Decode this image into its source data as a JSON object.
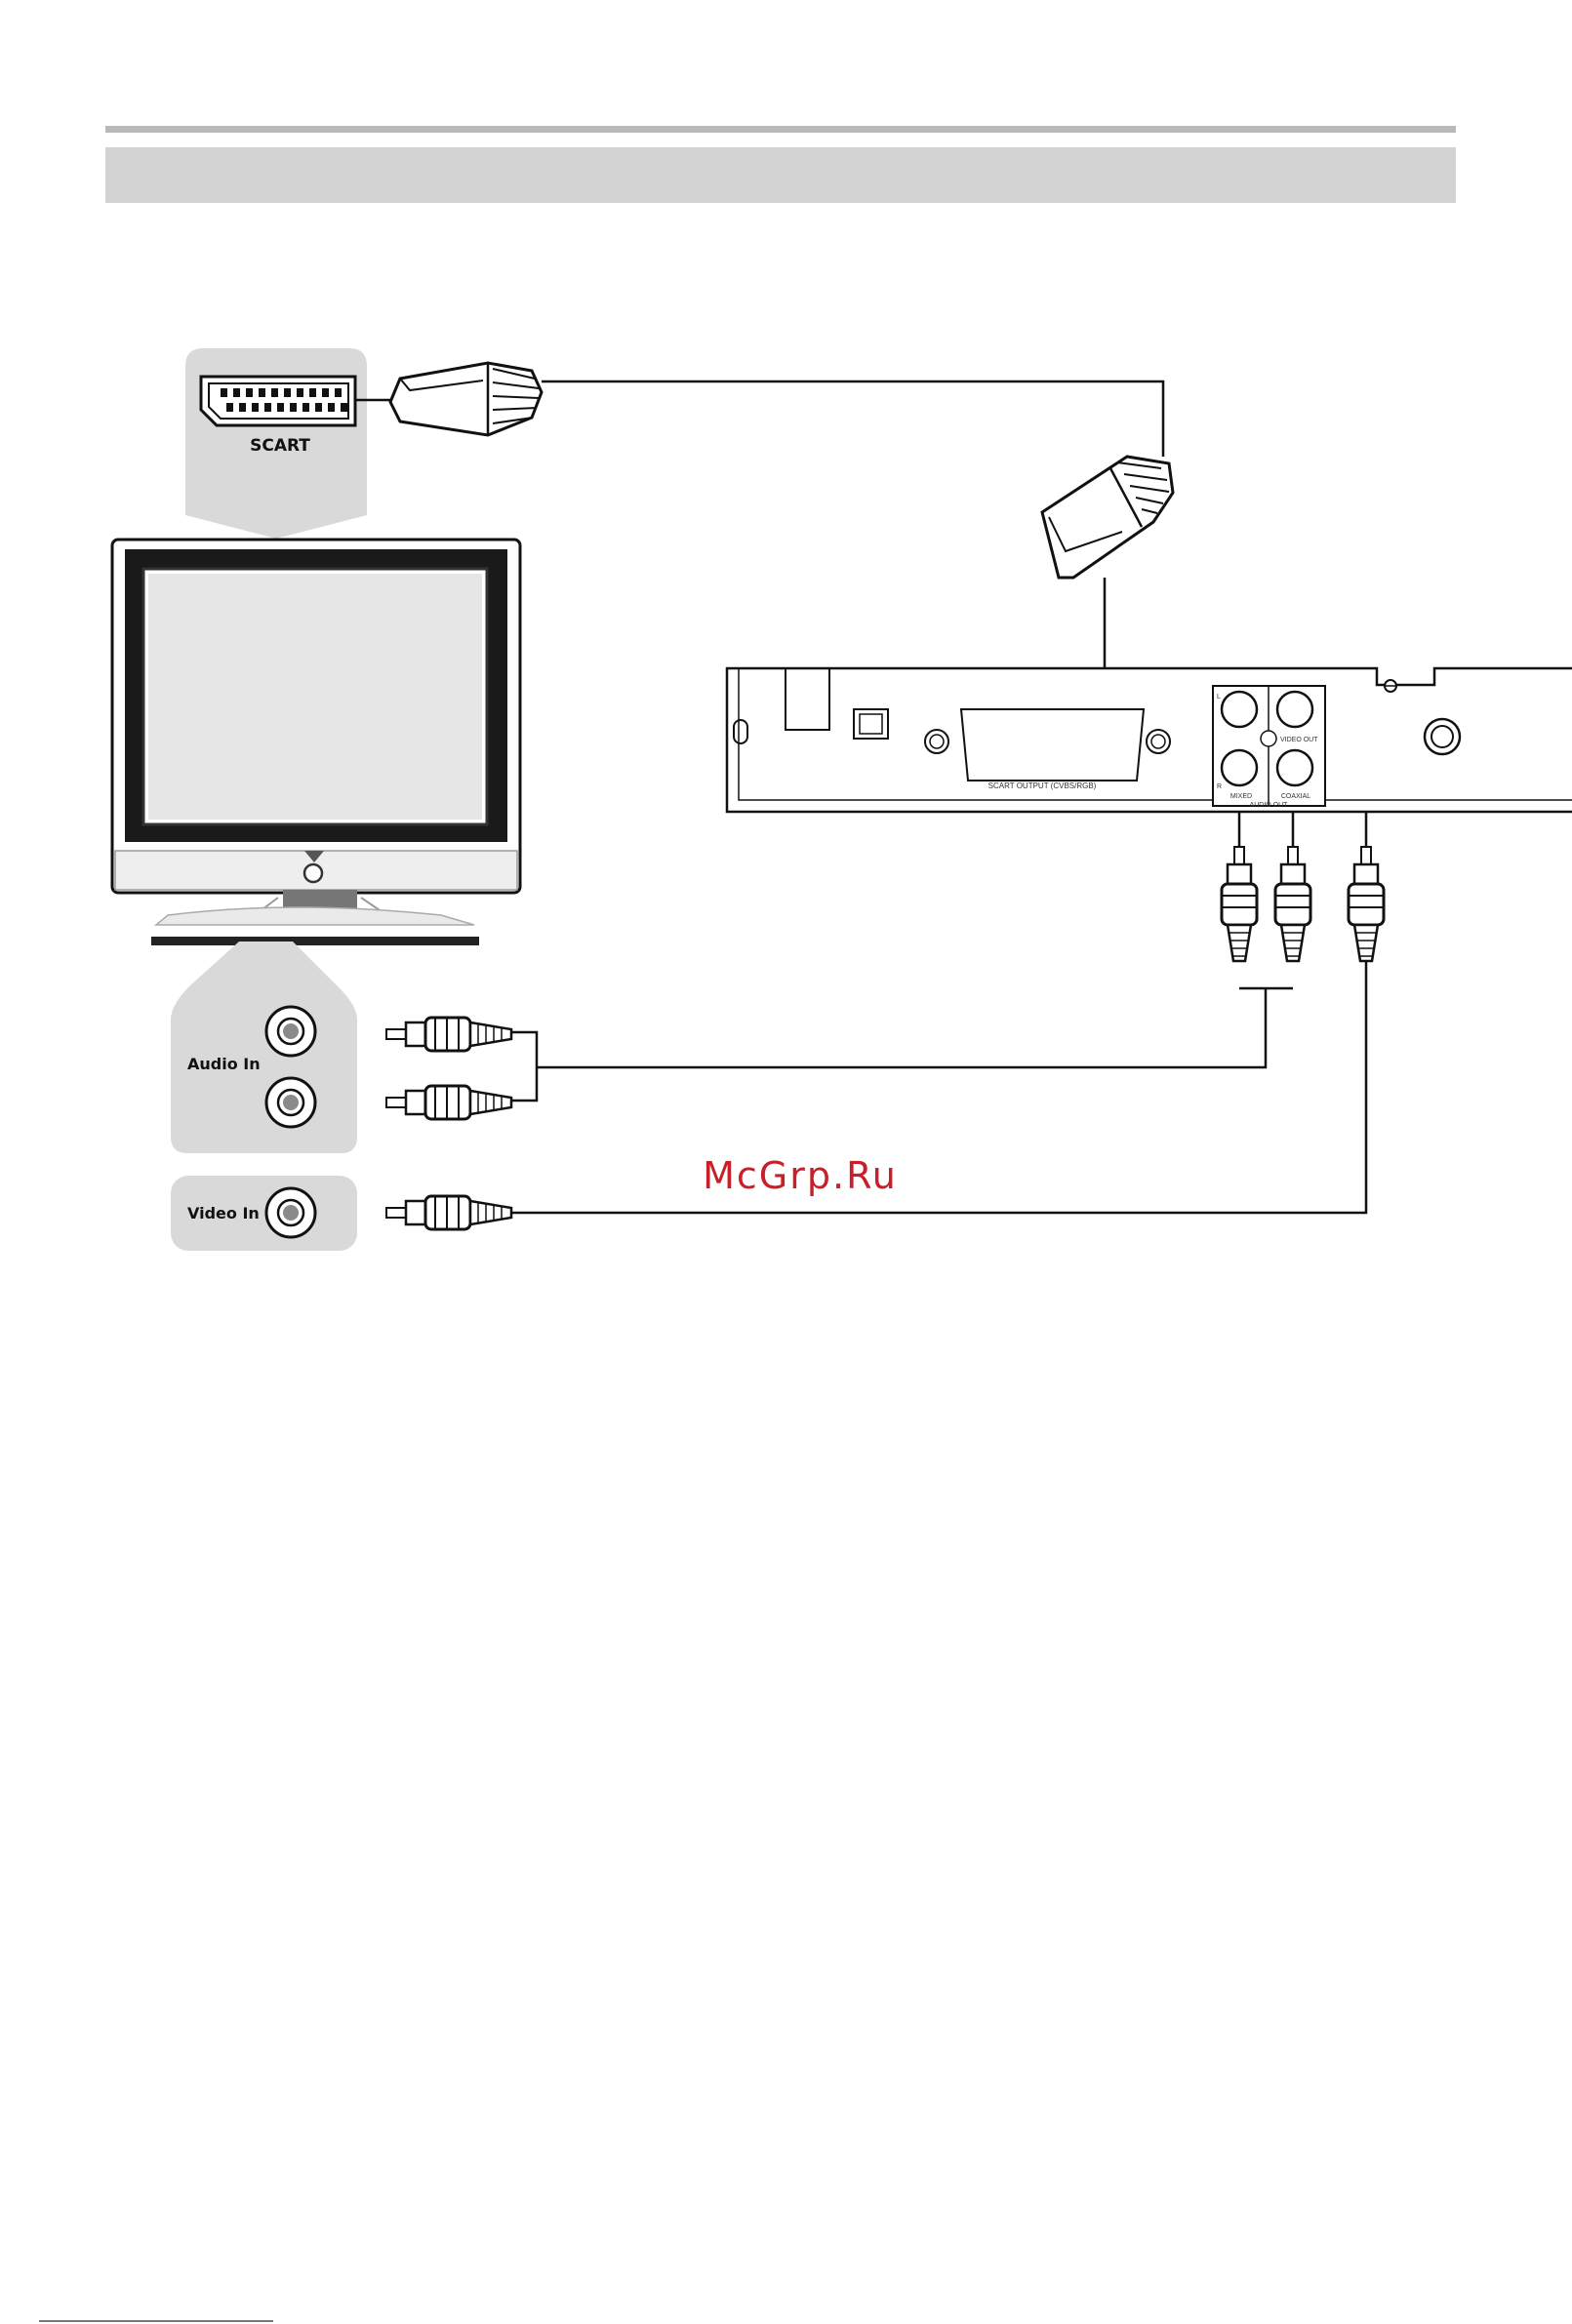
{
  "diagram": {
    "tv_panel": {
      "scart_label": "SCART",
      "audio_in_label": "Audio In",
      "video_in_label": "Video In"
    },
    "player_panel": {
      "scart_output_label": "SCART OUTPUT (CVBS/RGB)",
      "video_out_label": "VIDEO OUT",
      "audio_out_label": "AUDIO OUT",
      "mixed_label": "MIXED",
      "coaxial_label": "COAXIAL",
      "l_label": "L",
      "r_label": "R"
    },
    "watermark": "McGrp.Ru",
    "colors": {
      "panel_gray": "#d9d9d9",
      "watermark": "#c8202a",
      "line": "#111111"
    }
  }
}
